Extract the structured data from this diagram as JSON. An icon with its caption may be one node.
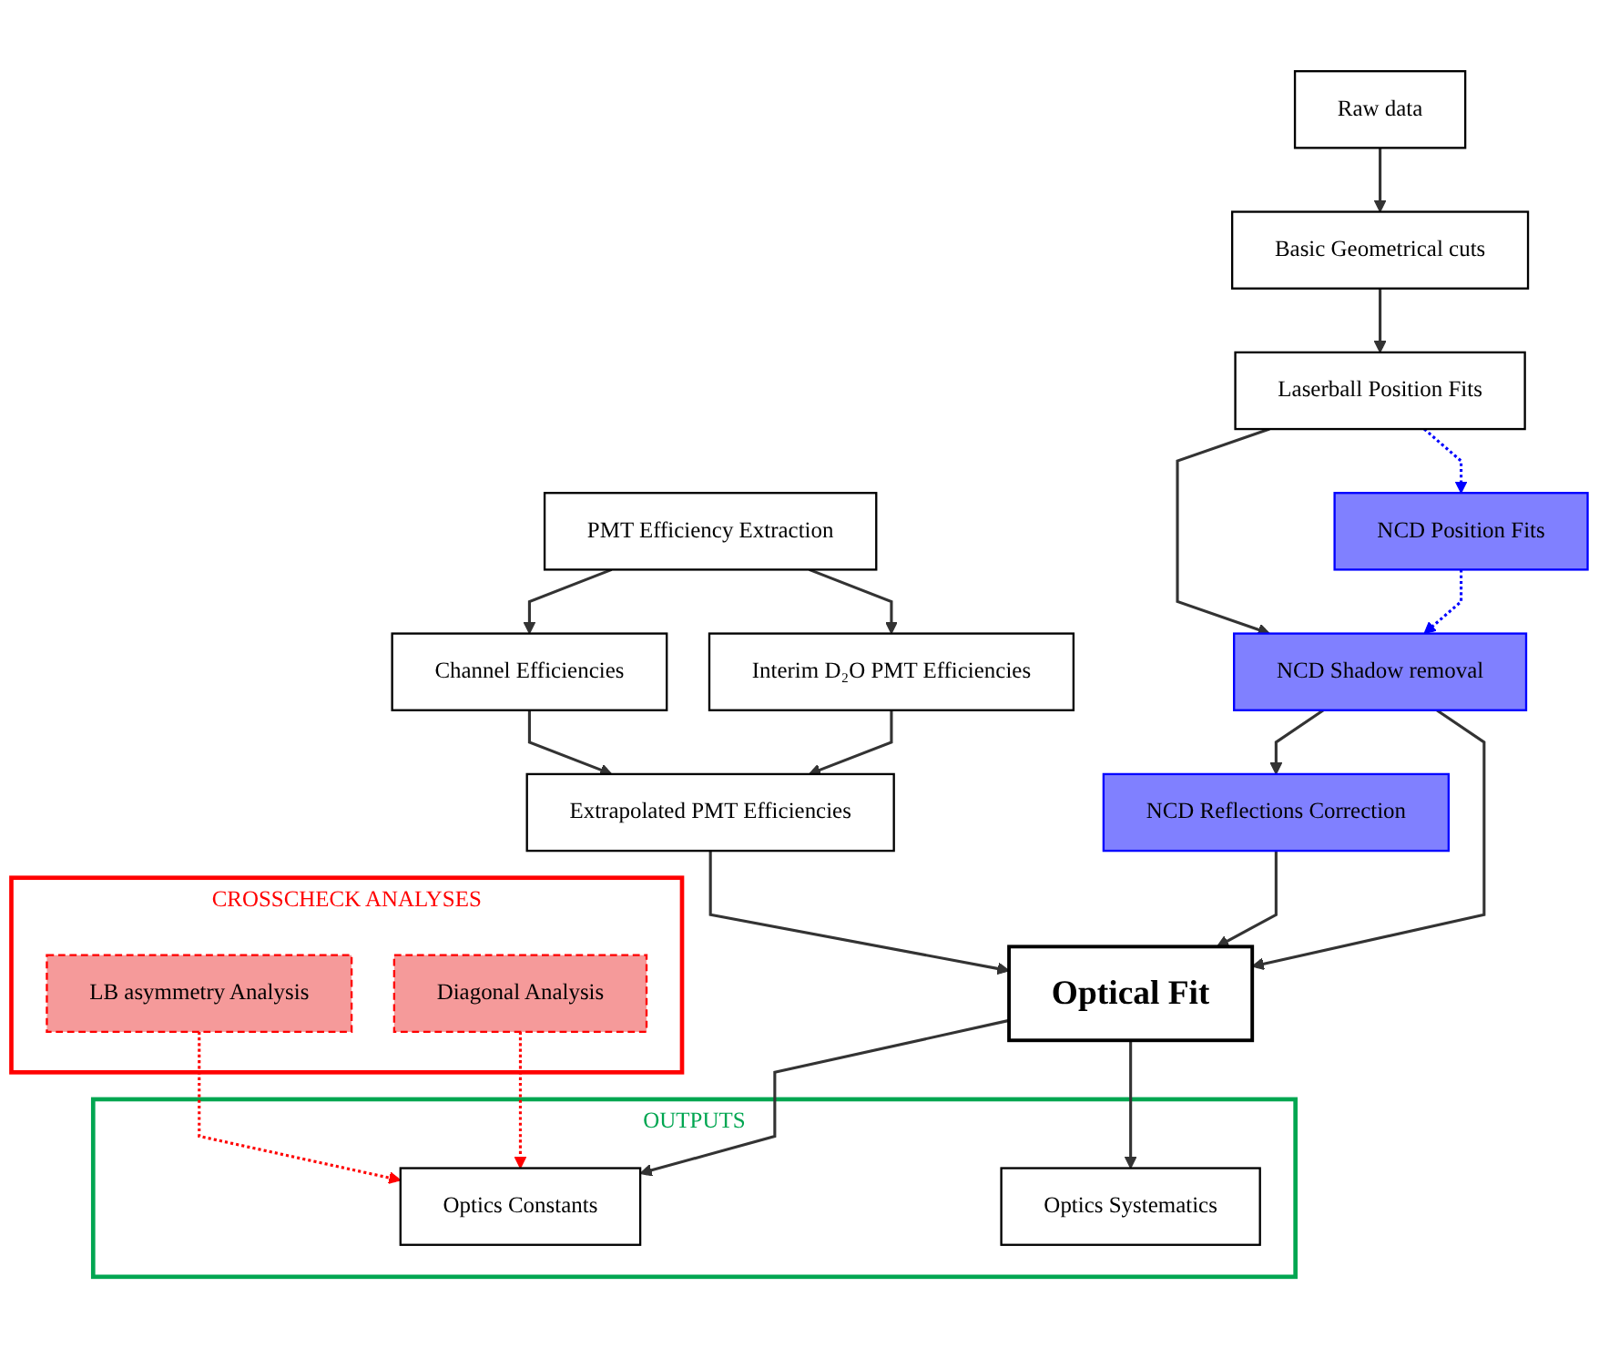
{
  "diagram": {
    "nodes": [
      {
        "text": [
          "Raw data"
        ]
      },
      {
        "text": [
          "Basic Geometrical cuts"
        ]
      },
      {
        "text": [
          "Laserball Position Fits"
        ]
      },
      {
        "text": [
          "NCD Position Fits"
        ]
      },
      {
        "text": [
          "NCD Shadow removal"
        ]
      },
      {
        "text": [
          "NCD Reflections Correction"
        ]
      },
      {
        "text": [
          "PMT Efficiency Extraction"
        ]
      },
      {
        "text": [
          "Interim D₂O PMT Efficiencies"
        ]
      },
      {
        "text": [
          "Channel Efficiencies"
        ]
      },
      {
        "text": [
          "Extrapolated PMT Efficiencies"
        ]
      },
      {
        "text": [
          "Optical Fit"
        ]
      },
      {
        "text": [
          "OUTPUTS"
        ]
      },
      {
        "text": [
          "Optics Constants"
        ],
        "in": 11
      },
      {
        "text": [
          "Optics Systematics"
        ],
        "in": 11
      },
      {
        "text": [
          "CROSSCHECK ANALYSES"
        ]
      },
      {
        "text": [
          "Diagonal Analysis"
        ],
        "in": 14
      },
      {
        "text": [
          "LB asymmetry Analysis"
        ],
        "in": 14
      }
    ],
    "edges": [
      {
        "from": 0,
        "to": 1,
        "arrow": "to"
      },
      {
        "from": 1,
        "to": 2,
        "arrow": "to"
      },
      {
        "from": 2,
        "to": 3,
        "arrow": "to",
        "style": "dashed",
        "color": "#0000ff"
      },
      {
        "from": 3,
        "to": 4,
        "arrow": "to",
        "style": "dashed",
        "color": "#0000ff"
      },
      {
        "from": 2,
        "to": 4,
        "arrow": "to"
      },
      {
        "from": 4,
        "to": 5,
        "arrow": "to"
      },
      {
        "from": 4,
        "to": 10,
        "arrow": "to"
      },
      {
        "from": 5,
        "to": 10,
        "arrow": "to"
      },
      {
        "from": 6,
        "to": 7,
        "arrow": "to"
      },
      {
        "from": 6,
        "to": 8,
        "arrow": "to"
      },
      {
        "from": 7,
        "to": 9,
        "arrow": "to"
      },
      {
        "from": 8,
        "to": 9,
        "arrow": "to"
      },
      {
        "from": 9,
        "to": 10,
        "arrow": "to"
      },
      {
        "from": 10,
        "to": 12,
        "arrow": "to"
      },
      {
        "from": 10,
        "to": 13,
        "arrow": "to"
      },
      {
        "from": 15,
        "to": 12,
        "arrow": "to",
        "style": "dashed",
        "color": "#ff0000"
      },
      {
        "from": 16,
        "to": 12,
        "arrow": "to",
        "style": "dashed",
        "color": "#ff0000"
      }
    ]
  }
}
